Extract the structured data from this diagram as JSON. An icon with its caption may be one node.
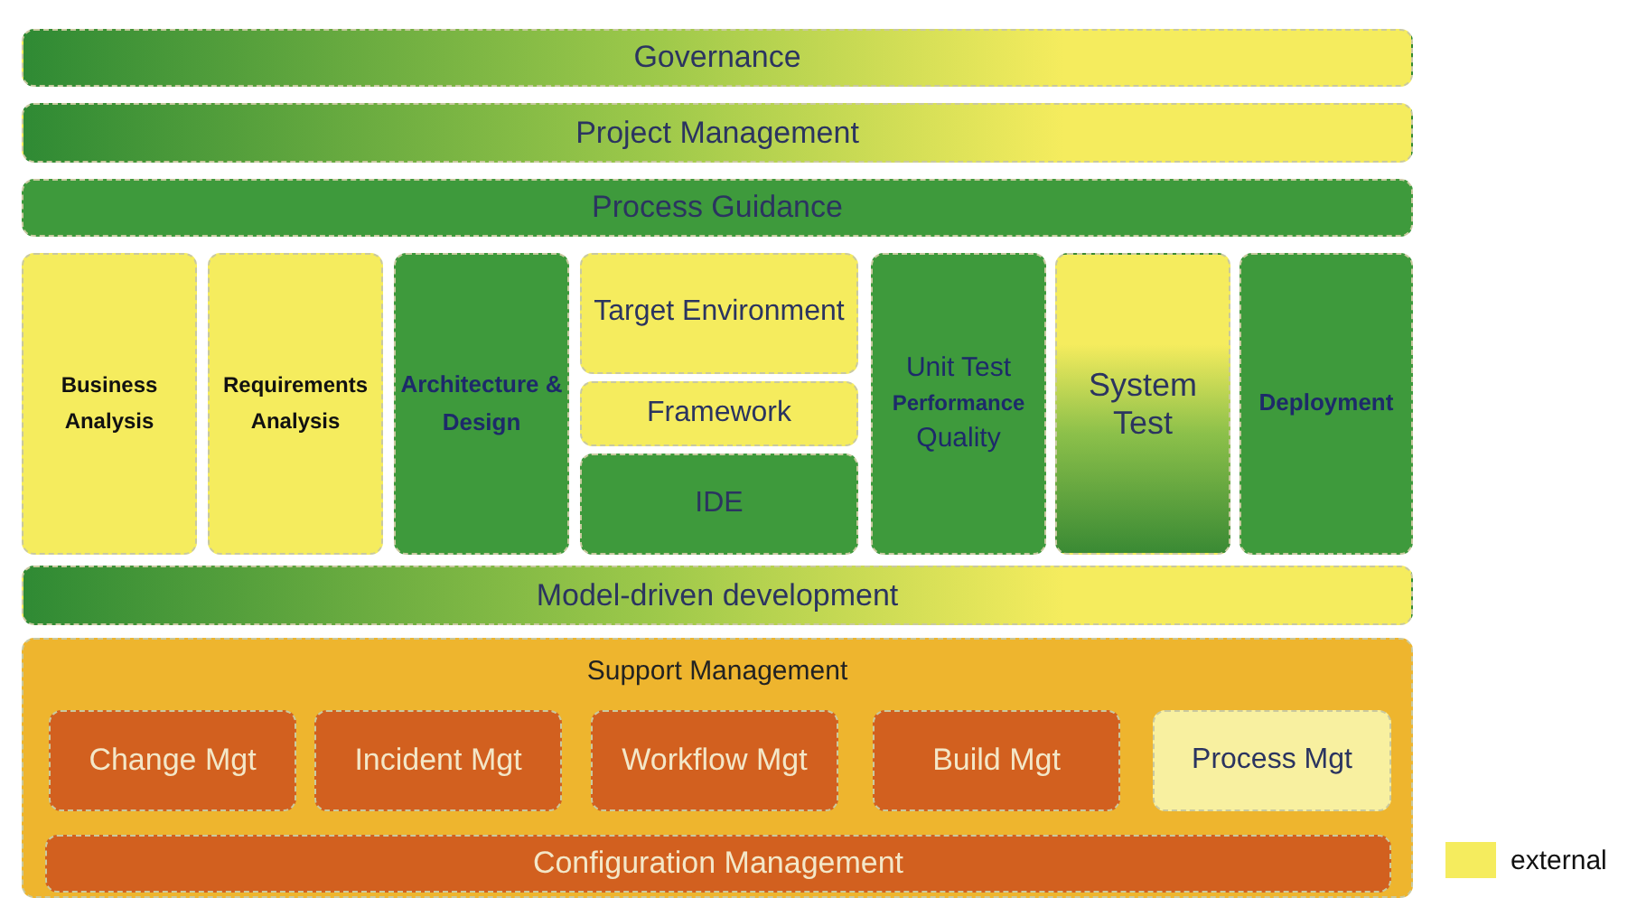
{
  "diagram": {
    "nodes": [
      {
        "text": [
          "Governance"
        ]
      },
      {
        "text": [
          "Project Management"
        ]
      },
      {
        "text": [
          "Process Guidance"
        ]
      },
      {
        "text": [
          "Business Analysis"
        ]
      },
      {
        "text": [
          "Requirements Analysis"
        ]
      },
      {
        "text": [
          "Architecture & Design"
        ]
      },
      {
        "text": [
          "Target Environment"
        ]
      },
      {
        "text": [
          "Framework"
        ]
      },
      {
        "text": [
          "IDE"
        ]
      },
      {
        "text": [
          "Unit Test",
          "Performance",
          "Quality"
        ]
      },
      {
        "text": [
          "System Test"
        ]
      },
      {
        "text": [
          "Deployment"
        ]
      },
      {
        "text": [
          "Model-driven development"
        ]
      },
      {
        "text": [
          "Support Management"
        ]
      },
      {
        "text": [
          "Change Mgt"
        ],
        "in": 13
      },
      {
        "text": [
          "Incident Mgt"
        ],
        "in": 13
      },
      {
        "text": [
          "Workflow Mgt"
        ],
        "in": 13
      },
      {
        "text": [
          "Build Mgt"
        ],
        "in": 13
      },
      {
        "text": [
          "Process Mgt"
        ],
        "in": 13
      },
      {
        "text": [
          "Configuration Management"
        ],
        "in": 13
      }
    ],
    "legend": [
      {
        "text": "external",
        "color": "#f5ec5e"
      }
    ]
  }
}
